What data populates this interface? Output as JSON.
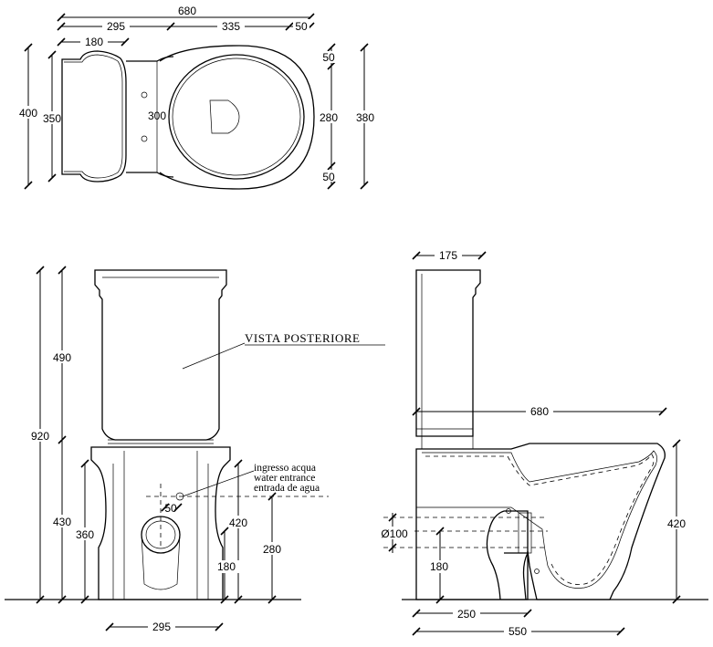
{
  "top_view": {
    "overall_length": "680",
    "tank_part": "295",
    "bowl_part": "335",
    "rim_offset": "50",
    "tank_depth": "180",
    "overall_width": "400",
    "tank_width": "350",
    "pedestal_width": "300",
    "rim_top": "50",
    "seat_width": "280",
    "bowl_width": "380",
    "rim_bottom": "50"
  },
  "rear_view": {
    "title": "VISTA  POSTERIORE",
    "total_height": "920",
    "tank_height": "490",
    "bowl_height": "430",
    "outlet_height": "360",
    "seat_height": "420",
    "inlet_height": "280",
    "low_height": "180",
    "base_width": "295",
    "inlet_offset": "50",
    "water_note_it": "ingresso acqua",
    "water_note_en": "water entrance",
    "water_note_es": "entrada de agua"
  },
  "side_view": {
    "tank_depth": "175",
    "overall_length": "680",
    "outlet_diameter": "Ø100",
    "outlet_height": "180",
    "seat_height": "420",
    "outlet_distance": "250",
    "base_length": "550"
  }
}
